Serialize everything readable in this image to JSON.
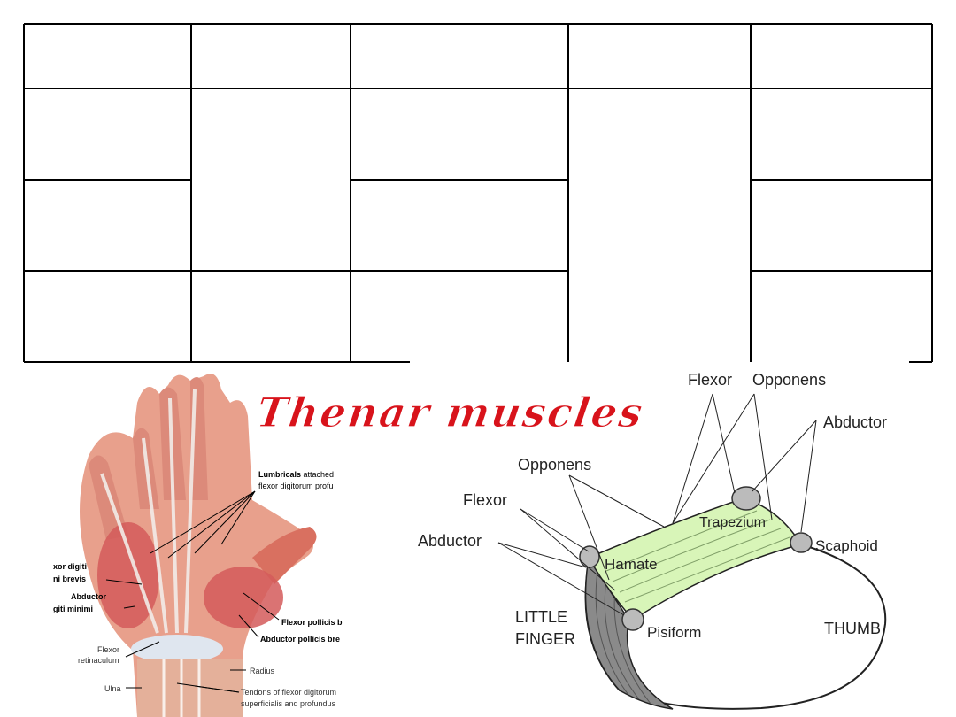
{
  "title": "Thenar muscles",
  "table": {
    "rows": 4,
    "cols": 5,
    "cells_text": []
  },
  "hand_figure": {
    "labels": {
      "lumbricals": "Lumbricals",
      "lumbricals_rest": " attached",
      "lumbricals_line2": "flexor digitorum profu",
      "flexor_digiti_1": "xor digiti",
      "flexor_digiti_2": "ni brevis",
      "abductor_digiti_1": "Abductor",
      "abductor_digiti_2": "giti minimi",
      "flexor_pollicis": "Flexor pollicis b",
      "abductor_pollicis": "Abductor pollicis bre",
      "flexor_ret_1": "Flexor",
      "flexor_ret_2": "retinaculum",
      "radius": "Radius",
      "ulna": "Ulna",
      "tendons_1": "Tendons of flexor digitorum",
      "tendons_2": "superficialis and profundus"
    }
  },
  "carpal_figure": {
    "labels": {
      "flexor_top": "Flexor",
      "opponens_top": "Opponens",
      "abductor_right": "Abductor",
      "opponens_left": "Opponens",
      "flexor_left": "Flexor",
      "abductor_left": "Abductor",
      "trapezium": "Trapezium",
      "scaphoid": "Scaphoid",
      "hamate": "Hamate",
      "pisiform": "Pisiform",
      "little_finger_1": "LITTLE",
      "little_finger_2": "FINGER",
      "thumb": "THUMB"
    },
    "colors": {
      "retinaculum": "#d8f5b8",
      "bone_shadow": "#8a8a8a"
    }
  },
  "colors": {
    "title_fill": "#d8131b",
    "title_outline": "#ffffff",
    "muscle": "#d96a6a",
    "skin": "#e8a08c"
  }
}
